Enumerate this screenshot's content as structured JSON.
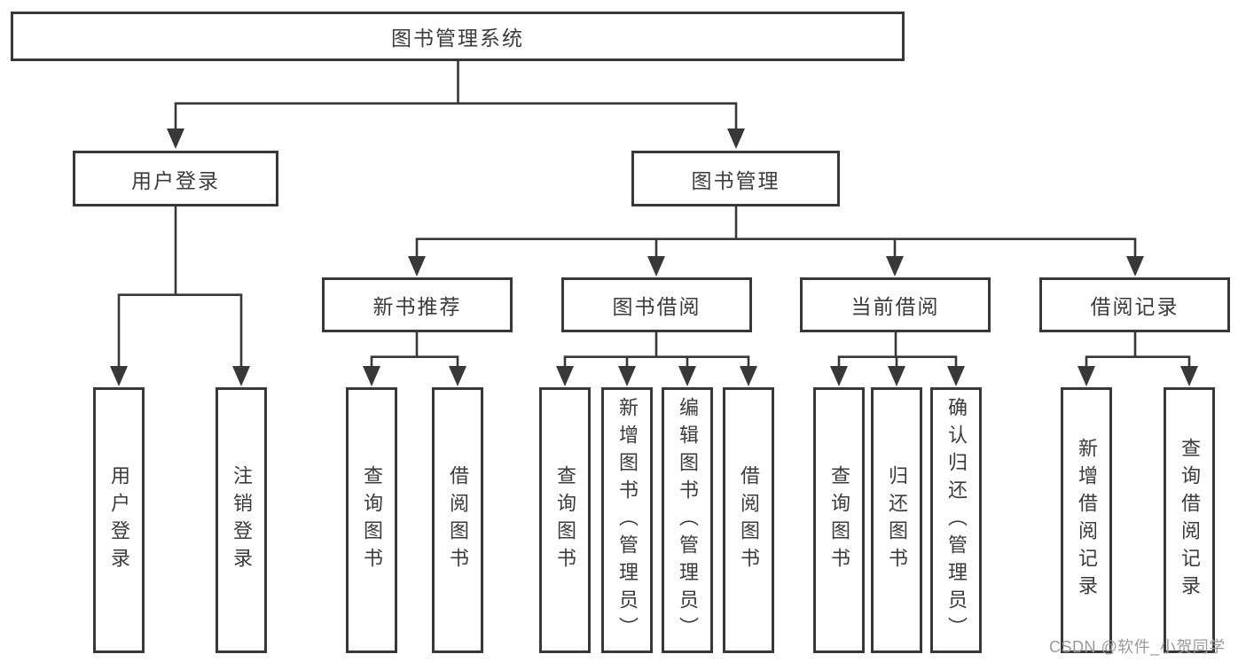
{
  "diagram": {
    "root": {
      "label": "图书管理系统"
    },
    "user_login": {
      "label": "用户登录",
      "children": [
        {
          "label": "用户登录"
        },
        {
          "label": "注销登录"
        }
      ]
    },
    "book_management": {
      "label": "图书管理",
      "children": [
        {
          "label": "新书推荐",
          "children": [
            {
              "label": "查询图书"
            },
            {
              "label": "借阅图书"
            }
          ]
        },
        {
          "label": "图书借阅",
          "children": [
            {
              "label": "查询图书"
            },
            {
              "label": "新增图书（管理员）"
            },
            {
              "label": "编辑图书（管理员）"
            },
            {
              "label": "借阅图书"
            }
          ]
        },
        {
          "label": "当前借阅",
          "children": [
            {
              "label": "查询图书"
            },
            {
              "label": "归还图书"
            },
            {
              "label": "确认归还（管理员）"
            }
          ]
        },
        {
          "label": "借阅记录",
          "children": [
            {
              "label": "新增借阅记录"
            },
            {
              "label": "查询借阅记录"
            }
          ]
        }
      ]
    }
  },
  "watermark": {
    "text": "CSDN @软件_小贺同学"
  },
  "colors": {
    "line": "#383838",
    "text": "#3b3b3b",
    "background": "#ffffff",
    "watermark": "#9b9b9b"
  }
}
